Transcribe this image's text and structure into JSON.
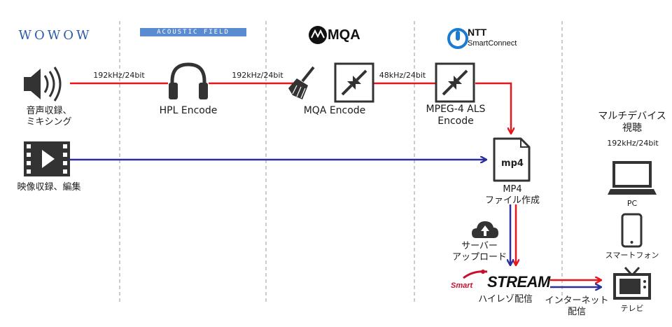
{
  "logos": {
    "wowow": "WOWOW",
    "acoustic_field": "ACOUSTIC FIELD",
    "mqa": "MQA",
    "ntt": "NTT",
    "ntt_sub": "SmartConnect",
    "smart": "Smart",
    "stream": "STREAM"
  },
  "audio": {
    "source_label_1": "音声収録、",
    "source_label_2": "ミキシング",
    "rate_1": "192kHz/24bit",
    "rate_2": "192kHz/24bit",
    "rate_3": "48kHz/24bit"
  },
  "encoders": {
    "hpl": "HPL Encode",
    "mqa": "MQA Encode",
    "als_1": "MPEG-4 ALS",
    "als_2": "Encode"
  },
  "video": {
    "label": "映像収録、編集"
  },
  "mp4": {
    "icon_text": "mp4",
    "label_1": "MP4",
    "label_2": "ファイル作成"
  },
  "upload": {
    "label_1": "サーバー",
    "label_2": "アップロード"
  },
  "delivery": {
    "label": "ハイレゾ配信",
    "net_1": "インターネット",
    "net_2": "配信"
  },
  "devices": {
    "title_1": "マルチデバイス",
    "title_2": "視聴",
    "rate": "192kHz/24bit",
    "pc": "PC",
    "phone": "スマートフォン",
    "tv": "テレビ"
  },
  "colors": {
    "audio_line": "#e8141c",
    "video_line": "#2b2f9e",
    "divider": "#9a9a9a",
    "icon": "#333333"
  }
}
